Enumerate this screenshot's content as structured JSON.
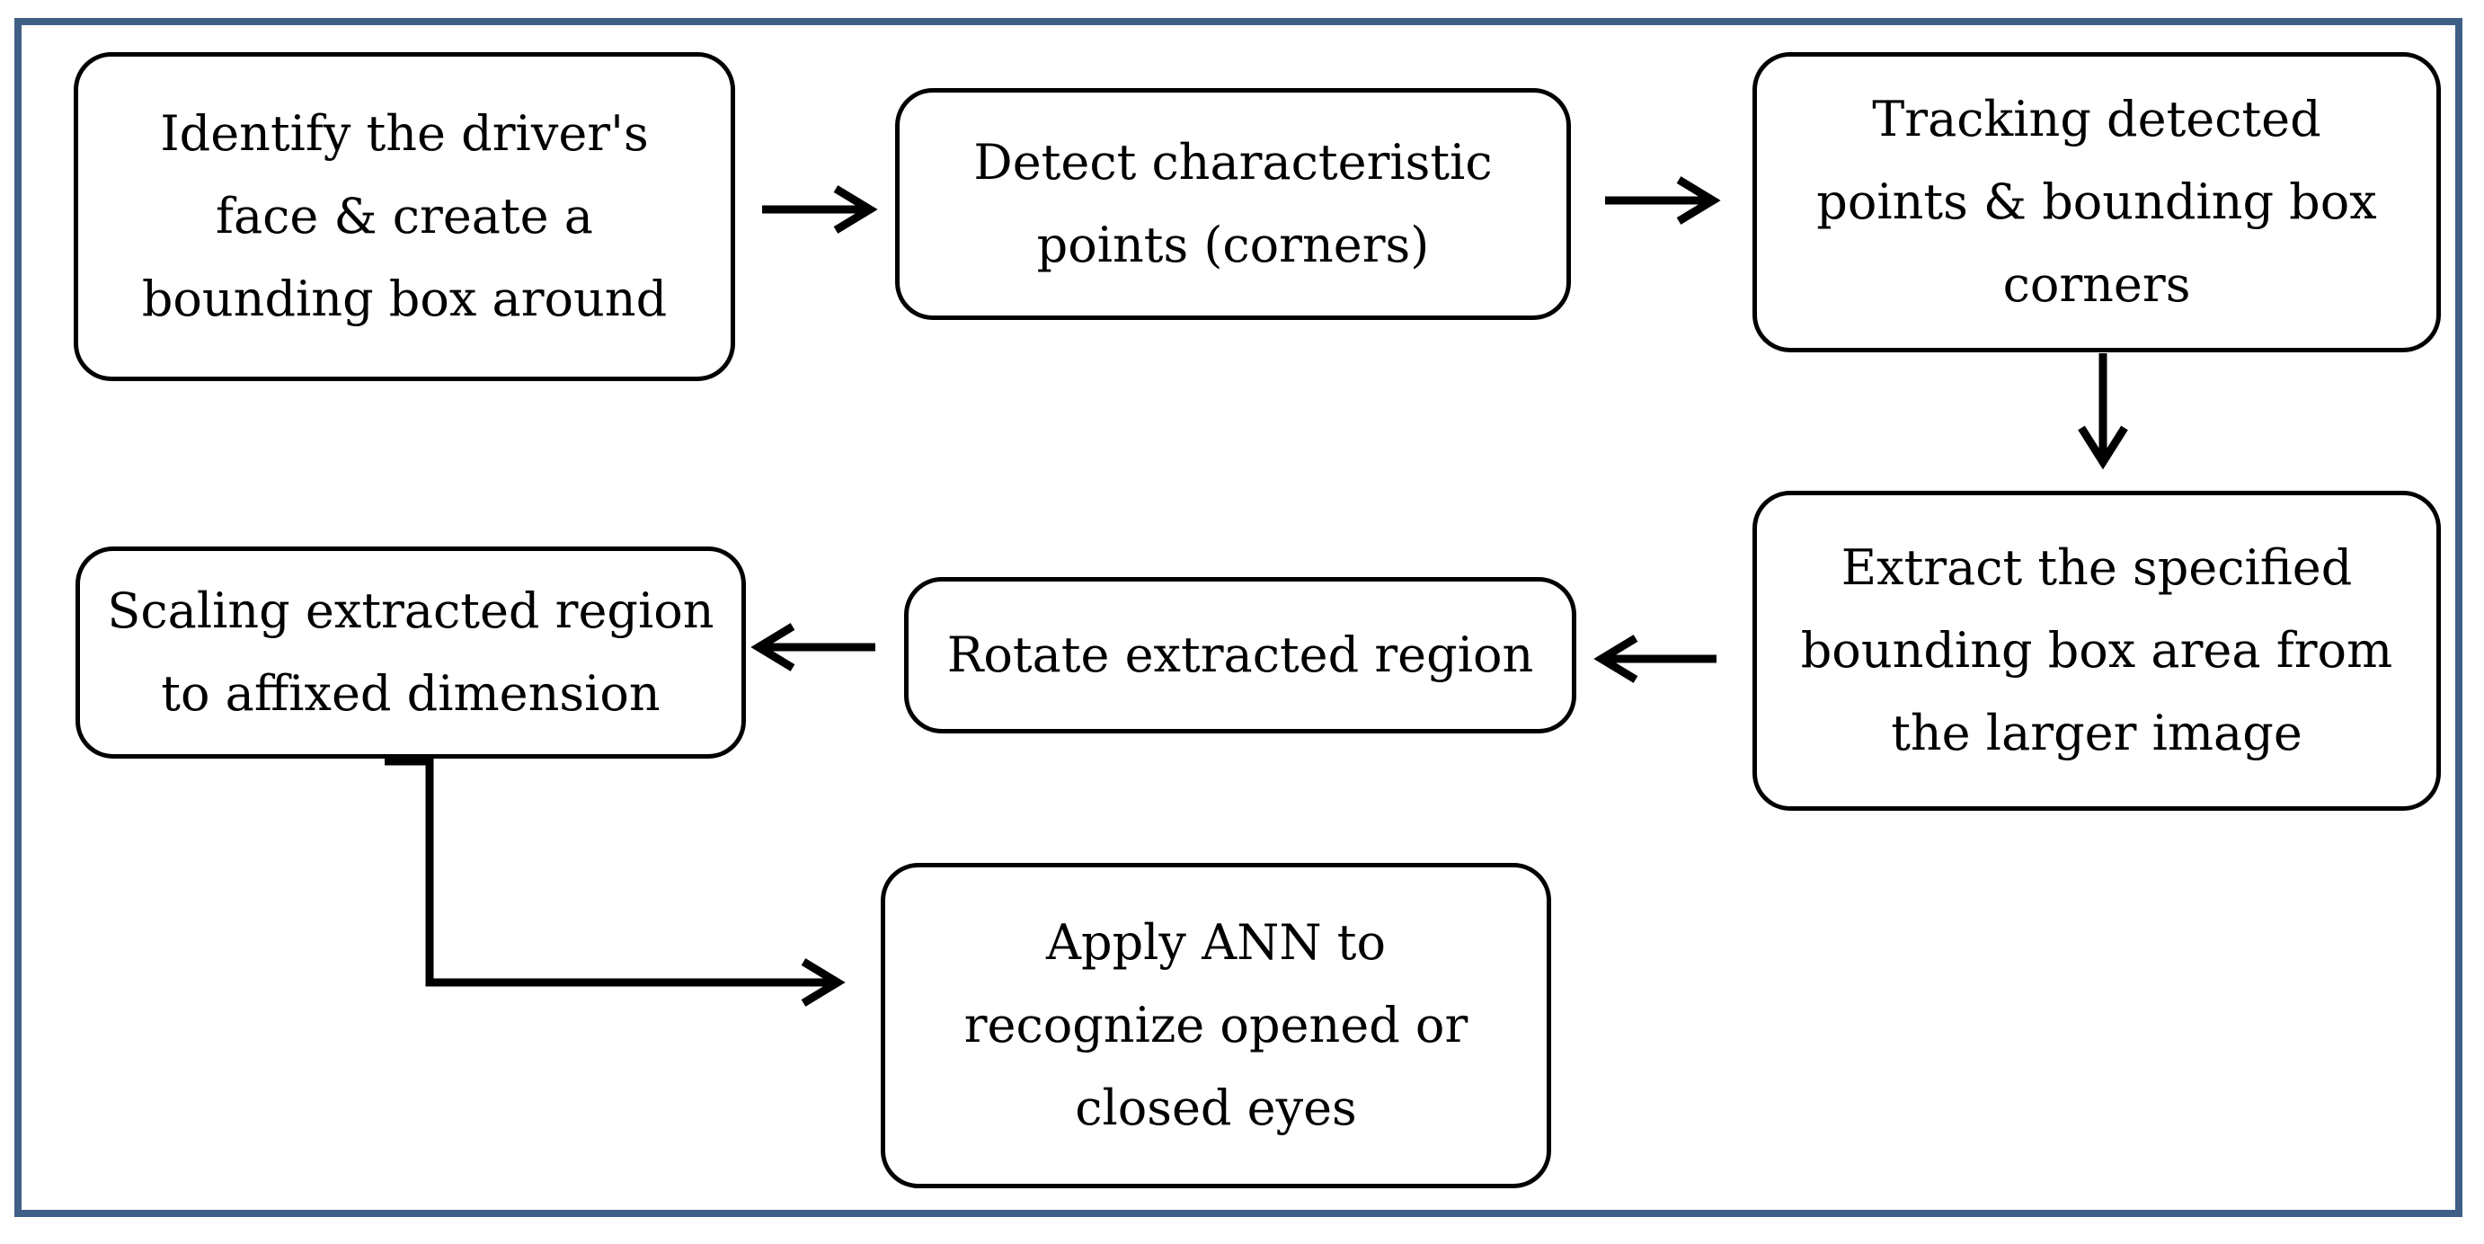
{
  "colors": {
    "frame_border": "#3f5f86",
    "box_border": "#000000",
    "arrow": "#000000",
    "background": "#ffffff"
  },
  "diagram": {
    "steps": [
      {
        "id": "identify-face",
        "label": "Identify the driver's\nface & create a\nbounding box around"
      },
      {
        "id": "detect-points",
        "label": "Detect characteristic\npoints (corners)"
      },
      {
        "id": "track-points",
        "label": "Tracking detected\npoints & bounding box\ncorners"
      },
      {
        "id": "extract-area",
        "label": "Extract the specified\nbounding box area from\nthe larger image"
      },
      {
        "id": "rotate-region",
        "label": "Rotate extracted region"
      },
      {
        "id": "scale-region",
        "label": "Scaling extracted region\nto affixed dimension"
      },
      {
        "id": "apply-ann",
        "label": "Apply ANN to\nrecognize opened or\nclosed eyes"
      }
    ],
    "connections": [
      {
        "from": "identify-face",
        "to": "detect-points"
      },
      {
        "from": "detect-points",
        "to": "track-points"
      },
      {
        "from": "track-points",
        "to": "extract-area"
      },
      {
        "from": "extract-area",
        "to": "rotate-region"
      },
      {
        "from": "rotate-region",
        "to": "scale-region"
      },
      {
        "from": "scale-region",
        "to": "apply-ann"
      }
    ]
  }
}
